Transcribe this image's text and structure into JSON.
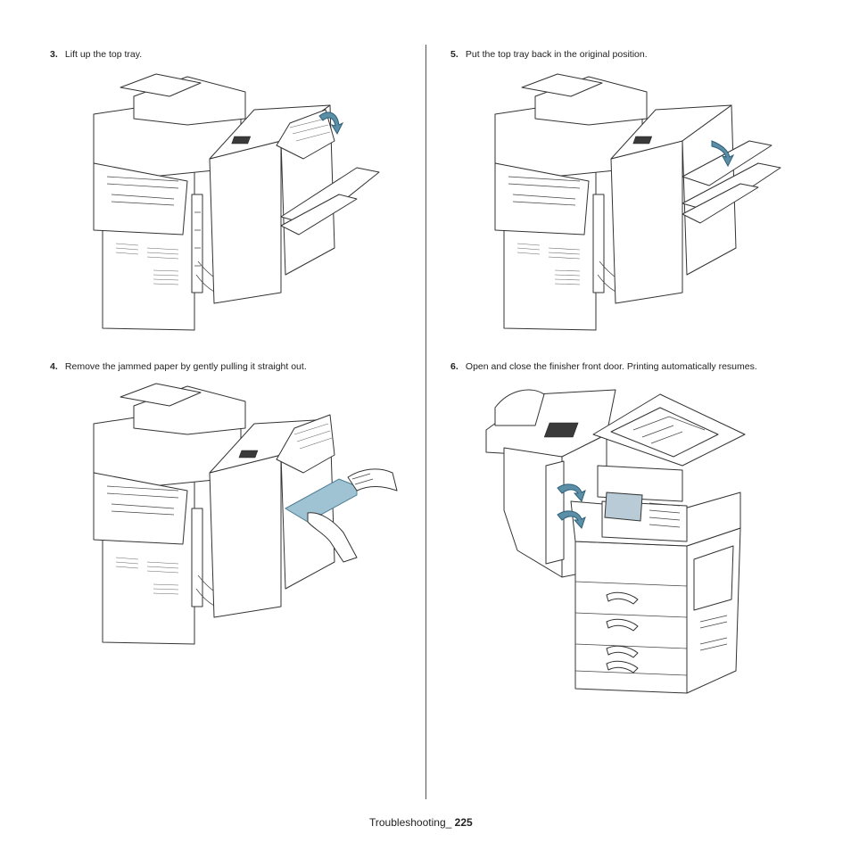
{
  "steps": [
    {
      "number": "3.",
      "text": "Lift up the top tray."
    },
    {
      "number": "4.",
      "text": "Remove the jammed paper by gently pulling it straight out."
    },
    {
      "number": "5.",
      "text": "Put the top tray back in the original position."
    },
    {
      "number": "6.",
      "text": "Open and close the finisher front door. Printing automatically resumes."
    }
  ],
  "footer": {
    "section": "Troubleshooting_",
    "page": "225"
  },
  "colors": {
    "accent_arrow": "#5b8fa8",
    "jammed_paper": "#9fc3d3"
  }
}
